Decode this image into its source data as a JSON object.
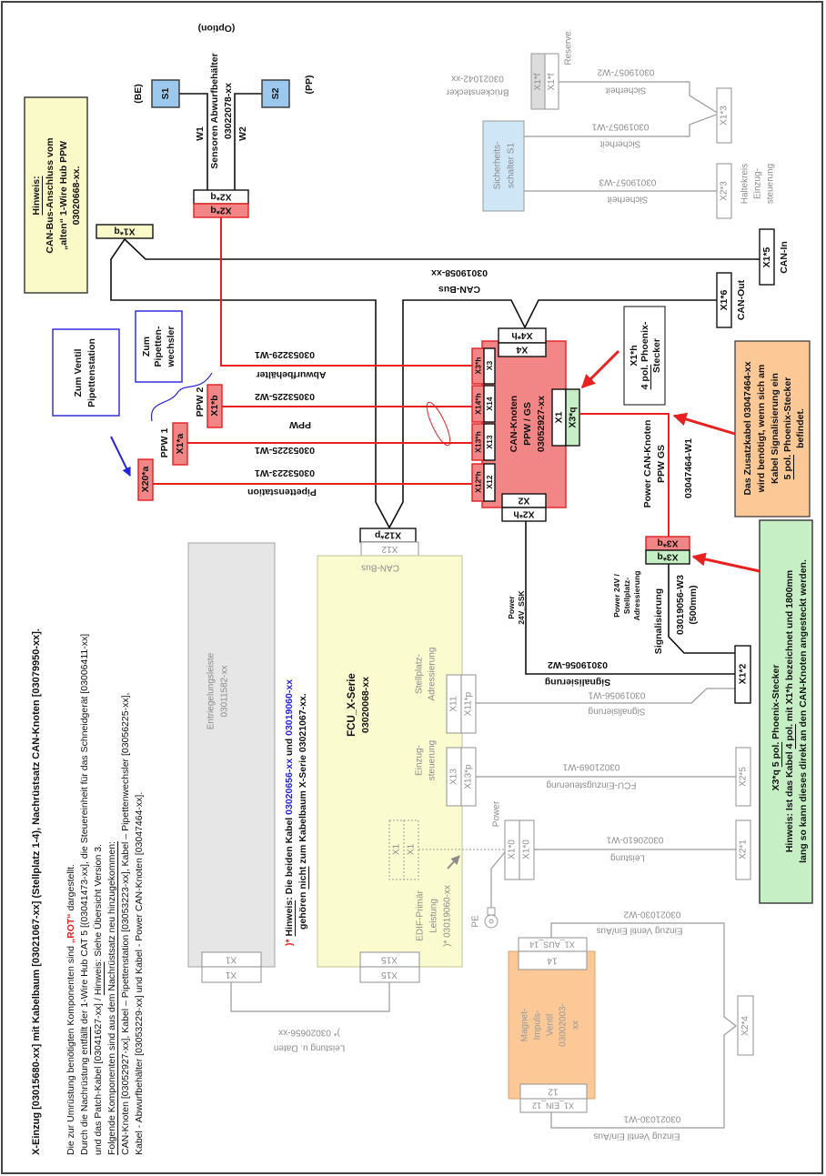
{
  "colors": {
    "red": "#e82020",
    "red_fill": "#f28585",
    "green_fill": "#c6efc6",
    "yellow_fill": "#fafac8",
    "orange_fill": "#fbc896",
    "blue_fill": "#9cc8ee",
    "gray_fill": "#e6e6e6",
    "link_blue": "#2323d8"
  },
  "notes": {
    "title": "X-Einzug [03015680-xx] mit Kabelbaum [03021067-xx] (Stellplatz 1-4), Nachrüstsatz CAN-Knoten [03079950-xx].",
    "line1_a": "Die zur Umrüstung benötigten Komponenten sind ",
    "line1_red": "„ROT“",
    "line1_b": " dargestellt.",
    "line2_a": "Durch die Nachrüstung ",
    "line2_u": "entfällt",
    "line2_b": " der 1-Wire Hub CAT 5 [(03041473-xx], die Steuereinheit für das Schneidgerät [03006411-xx]",
    "line3_a": "und das Patch-Kabel [03041627-xx] / ",
    "line3_u": "Hinweis",
    "line3_b": ": Siehe Übersicht Version 3.",
    "line4": "Folgende Komponenten sind aus dem Nachrüstsatz neu hinzugekommen:",
    "line5": "CAN-Knoten [03052927-xx], Kabel – Pipettenstation [03053223-xx], Kabel – Pipettenwechsler [03056225-xx],",
    "line6": "Kabel - Abwurfbehälter [03053229-xx] und Kabel - Power CAN-Knoten [03047464-xx]."
  },
  "footnote": {
    "star": ")*",
    "hinweis": "Hinweis",
    "l1_a": ": Die beiden Kabel ",
    "cable1": "03020656-xx",
    "l1_b": " und ",
    "cable2": "03019060-xx",
    "l2_a": "gehören ",
    "l2_u": "nicht",
    "l2_b": " zum Kabelbaum X-Serie  03021067-xx."
  },
  "hinweis_box": {
    "title": "Hinweis:",
    "lines": [
      "CAN-Bus-Anschluss vom",
      "„alten“ 1-Wire Hub PPW",
      "03020668-xx."
    ]
  },
  "sensors": {
    "option": "(Option)",
    "be": "(BE)",
    "pp": "(PP)",
    "s1": "S1",
    "s2": "S2",
    "w1": "W1",
    "w2": "W2",
    "name": "Sensoren Abwurfbehälter",
    "part": "03022078-xx",
    "x2q": "X2*q"
  },
  "can_bus": {
    "x1q": "X1*q",
    "part": "03019058-xx",
    "label": "CAN-Bus",
    "x1_5": "X1*5",
    "can_in": "CAN-In",
    "x1_6": "X1*6",
    "can_out": "CAN-Out",
    "x12p": "X12*p",
    "x12": "X12"
  },
  "safety": {
    "reserve": "Reserve",
    "x1f": "X1*f",
    "bridge_part": "03021042-xx",
    "bridge_name": "Brückenstecker",
    "switch_lines": [
      "Sicherheits-",
      "schalter S1"
    ],
    "w2": "03019057-W2",
    "w1": "03019057-W1",
    "w3": "03019057-W3",
    "sicherheit": "Sicherheit",
    "x1_3": "X1*3",
    "x2_3": "X2*3",
    "haltekreis": [
      "Haltekreis",
      "Einzug-",
      "steuerung"
    ]
  },
  "can_node": {
    "lines": [
      "CAN-Knoten",
      "PPW / GS",
      "03052927-xx"
    ],
    "x4": "X4",
    "x4h": "X4*h",
    "x3": "X3",
    "x3h": "X3*h",
    "x14": "X14",
    "x14h": "X14*h",
    "x13": "X13",
    "x13h": "X13*h",
    "x12": "X12",
    "x12h": "X12*h",
    "x1": "X1",
    "x3q": "X3*q",
    "x2": "X2",
    "x2h": "X2*h"
  },
  "phoenix_note": {
    "l1": "X1*h",
    "l2_u": "4 pol.",
    "l2_b": " Phoenix-",
    "l3": "Stecker"
  },
  "power_cable": {
    "l1": "Power CAN-Knoten",
    "l2": "PPW GS",
    "part": "03047464-W1",
    "x3q": "X3*q"
  },
  "orange_note": {
    "l1": "Das Zusatzkabel 03047464-xx",
    "l2": "wird benötigt, wenn sich am",
    "l3": "Kabel Signalisierung ein",
    "l4_u": "5 pol.",
    "l4_b": " Phoenix-Stecker",
    "l5": "befindet."
  },
  "green_note": {
    "l1_a": "X3*q     ",
    "l1_u": "5 pol.",
    "l1_b": " Phoenix-Stecker",
    "l2_a": "Hinweis: Ist das Kabel ",
    "l2_u": "4 pol.",
    "l2_b": " mit X1*h bezeichnet und 1800mm",
    "l3": "lang so kann dieses direkt an den CAN-Knoten angesteckt werden."
  },
  "pipette": {
    "ventil_box": [
      "Zum Ventil",
      "Pipettenstation"
    ],
    "wechsler_box": [
      "Zum",
      "Pipetten-",
      "wechsler"
    ],
    "x20a": "X20*a",
    "ppw1": "PPW 1",
    "x1a": "X1*a",
    "ppw2": "PPW 2",
    "x1b": "X1*b",
    "w_abwurf_part": "03053229-W1",
    "w_abwurf_name": "Abwurfbehälter",
    "w_ppw2_part": "03053225-W2",
    "ppw": "PPW",
    "w_ppw1_part": "03053225-W1",
    "w_pip_part": "03053223-W1",
    "w_pip_name": "Pipettenstation"
  },
  "signal": {
    "power_ssk": [
      "Power",
      "24V_SSK"
    ],
    "power_addr": [
      "Power 24V /",
      "Stellplatz-",
      "Adressierung"
    ],
    "signalisierung": "Signalisierung",
    "w3": "03019056-W3",
    "w3_len": "(500mm)",
    "w2": "03019056-W2",
    "w1": "03019056-W1",
    "x1_2": "X1*2"
  },
  "fcu": {
    "title": "FCU_X-Serie",
    "part": "03020068-xx",
    "can_bus": "CAN-Bus",
    "einzug": [
      "Einzug-",
      "steuerung"
    ],
    "stellplatz": [
      "Stellplatz-",
      "Adressierung"
    ],
    "x13": "X13",
    "x13p": "X13*p",
    "x11": "X11",
    "x11p": "X11*p",
    "x1": "X1",
    "edif": [
      "EDIF-Primär",
      "Leistung",
      ")* 03019060-xx"
    ],
    "x15": "X15",
    "w_einzug_part": "03021069-W1",
    "w_einzug_name": "FCU-Einzugsteuerung",
    "x2_5": "X2*5",
    "power": "Power",
    "x1_0": "X1*0",
    "w_leist_part": "03020610-W1",
    "w_leist_name": "Leistung",
    "x2_1": "X2*1",
    "pe": "PE"
  },
  "entriegelung": {
    "lines": [
      "Entriegelungsleiste",
      "03011582-xx"
    ],
    "x1": "X1",
    "cable_name": "Leistung u. Daten",
    "cable_part": ")* 03020656-xx"
  },
  "valve": {
    "lines": [
      "Magnet-",
      "Impuls-",
      "Ventil",
      "03002003-",
      "xx"
    ],
    "p14": "14",
    "x1_aus": "X1_AUS_14",
    "p12": "12",
    "x1_ein": "X1_EIN_12",
    "w2": "03021030-W2",
    "w1": "03021030-W1",
    "name": "Einzug Ventil Ein/Aus",
    "x2_4": "X2*4"
  }
}
